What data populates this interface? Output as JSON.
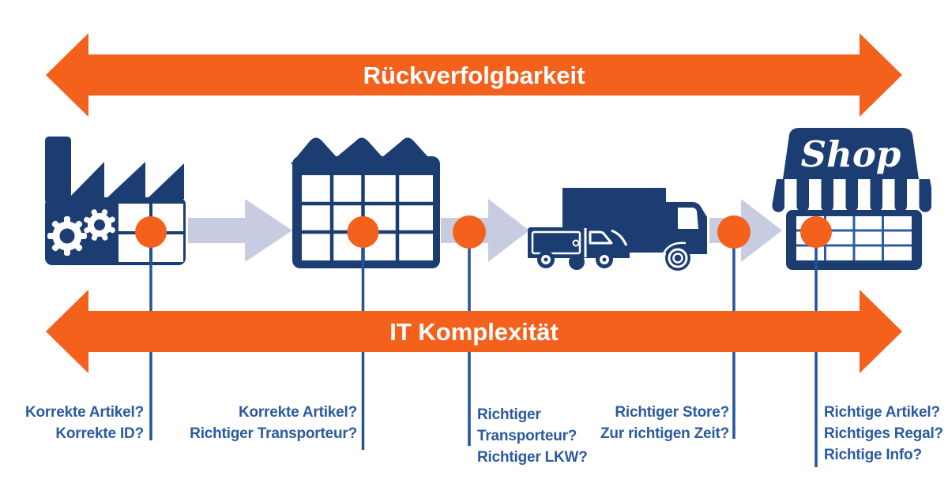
{
  "arrows": {
    "top_label": "Rückverfolgbarkeit",
    "bottom_label": "IT Komplexität"
  },
  "stations": [
    {
      "name": "factory",
      "icon": "factory-gears-icon"
    },
    {
      "name": "warehouse",
      "icon": "warehouse-grid-icon"
    },
    {
      "name": "transport",
      "icon": "delivery-trucks-icon"
    },
    {
      "name": "shop",
      "icon": "shop-storefront-icon",
      "sign": "Shop"
    }
  ],
  "checkpoints": [
    {
      "lines": [
        "Korrekte Artikel?",
        "Korrekte ID?"
      ]
    },
    {
      "lines": [
        "Korrekte Artikel?",
        "Richtiger Transporteur?"
      ]
    },
    {
      "lines": [
        "Richtiger",
        "Transporteur?",
        "Richtiger LKW?"
      ]
    },
    {
      "lines": [
        "Richtiger Store?",
        "Zur richtigen Zeit?"
      ]
    },
    {
      "lines": [
        "Richtige Artikel?",
        "Richtiges Regal?",
        "Richtige Info?"
      ]
    }
  ],
  "colors": {
    "orange": "#F4611C",
    "navy": "#1C3D72",
    "lavender": "#C8CCE0",
    "grid_blue": "#2E5BA5",
    "label_blue": "#2A5A9F"
  }
}
